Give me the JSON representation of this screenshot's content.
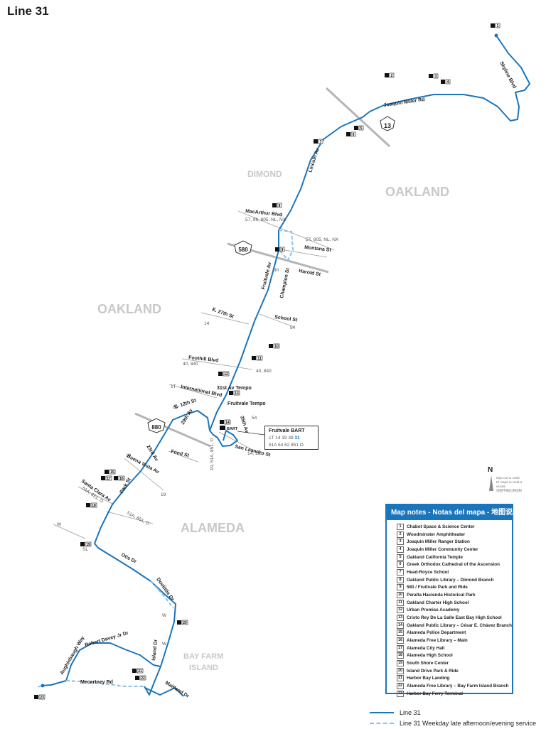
{
  "title": "Line 31",
  "areas": [
    "OAKLAND",
    "DIMOND",
    "OAKLAND",
    "ALAMEDA",
    "BAY FARM",
    "ISLAND"
  ],
  "streets": [
    "Skyline Blvd",
    "Joaquin Miller Rd",
    "Lincoln Av",
    "MacArthur Blvd",
    "Montana St",
    "Harold St",
    "Champion St",
    "Fruitvale Av",
    "E. 27th St",
    "School St",
    "Foothill Blvd",
    "International Blvd",
    "31st Av Tempo",
    "Fruitvale Tempo",
    "E. 12th St",
    "29th Av",
    "35th Av",
    "San Leandro St",
    "23rd Av",
    "Fond St",
    "Buena Vista Av",
    "Park St",
    "Santa Clara Av",
    "Otis Dr",
    "Doolittle Dr",
    "Robert Davey Jr Dr",
    "Aughinbaugh Way",
    "Island Dr",
    "Mecartney Rd",
    "Maitland Dr"
  ],
  "highway_shields": [
    "13",
    "580",
    "880"
  ],
  "transfer_labels": [
    "57, 96, 805, NL, NX",
    "57, 805, NL, NX",
    "30",
    "14",
    "54",
    "40, 840",
    "40, 840",
    "1T",
    "62",
    "54",
    "19, 51A, 851, O",
    "14, 19",
    "19",
    "19",
    "51A, 851, O",
    "51A, 851, O",
    "W",
    "W",
    "SL",
    "W"
  ],
  "bart_box": {
    "title": "Fruitvale BART",
    "line1_prefix": "1T 14 19 39",
    "line1_route": "31",
    "line2": "51A 54 62 851 O"
  },
  "bart_label": "BART",
  "compass": {
    "letter": "N",
    "note1": "Map not to scale",
    "note2": "El mapa no está a escala",
    "note3": "地图不按比例绘制"
  },
  "notes": {
    "title": "Map notes - Notas del mapa - 地图说明",
    "items": [
      {
        "n": "1",
        "text": "Chabot Space & Science Center"
      },
      {
        "n": "2",
        "text": "Woodminster Amphitheater"
      },
      {
        "n": "3",
        "text": "Joaquin Miller Ranger Station"
      },
      {
        "n": "4",
        "text": "Joaquin Miller Community Center"
      },
      {
        "n": "5",
        "text": "Oakland California Temple"
      },
      {
        "n": "6",
        "text": "Greek Orthodox Cathedral of the Ascension"
      },
      {
        "n": "7",
        "text": "Head-Royce School"
      },
      {
        "n": "8",
        "text": "Oakland Public Library – Dimond Branch"
      },
      {
        "n": "9",
        "text": "580 / Fruitvale Park and Ride"
      },
      {
        "n": "10",
        "text": "Peralta Hacienda Historical Park"
      },
      {
        "n": "11",
        "text": "Oakland Charter High School"
      },
      {
        "n": "12",
        "text": "Urban Promise Academy"
      },
      {
        "n": "13",
        "text": "Cristo Rey De La Salle East Bay High School"
      },
      {
        "n": "14",
        "text": "Oakland Public Library – César E. Chávez Branch"
      },
      {
        "n": "15",
        "text": "Alameda Police Department"
      },
      {
        "n": "16",
        "text": "Alameda Free Library – Main"
      },
      {
        "n": "17",
        "text": "Alameda City Hall"
      },
      {
        "n": "18",
        "text": "Alameda High School"
      },
      {
        "n": "19",
        "text": "South Shore Center"
      },
      {
        "n": "20",
        "text": "Island Drive Park & Ride"
      },
      {
        "n": "21",
        "text": "Harbor Bay Landing"
      },
      {
        "n": "22",
        "text": "Alameda Free Library – Bay Farm Island Branch"
      },
      {
        "n": "23",
        "text": "Harbor Bay Ferry Terminal"
      }
    ]
  },
  "legend": {
    "solid": "Line 31",
    "dashed": "Line 31 Weekday late afternoon/evening service"
  },
  "colors": {
    "route": "#1b75bb",
    "route_dashed": "#8cc1e8",
    "roads": "#9a9a9a",
    "area_text": "#c8c8c8"
  },
  "map_markers": [
    "1",
    "2",
    "3",
    "4",
    "5",
    "6",
    "7",
    "8",
    "9",
    "10",
    "11",
    "12",
    "13",
    "14",
    "15",
    "16",
    "17",
    "18",
    "19",
    "20",
    "21",
    "22",
    "23"
  ]
}
